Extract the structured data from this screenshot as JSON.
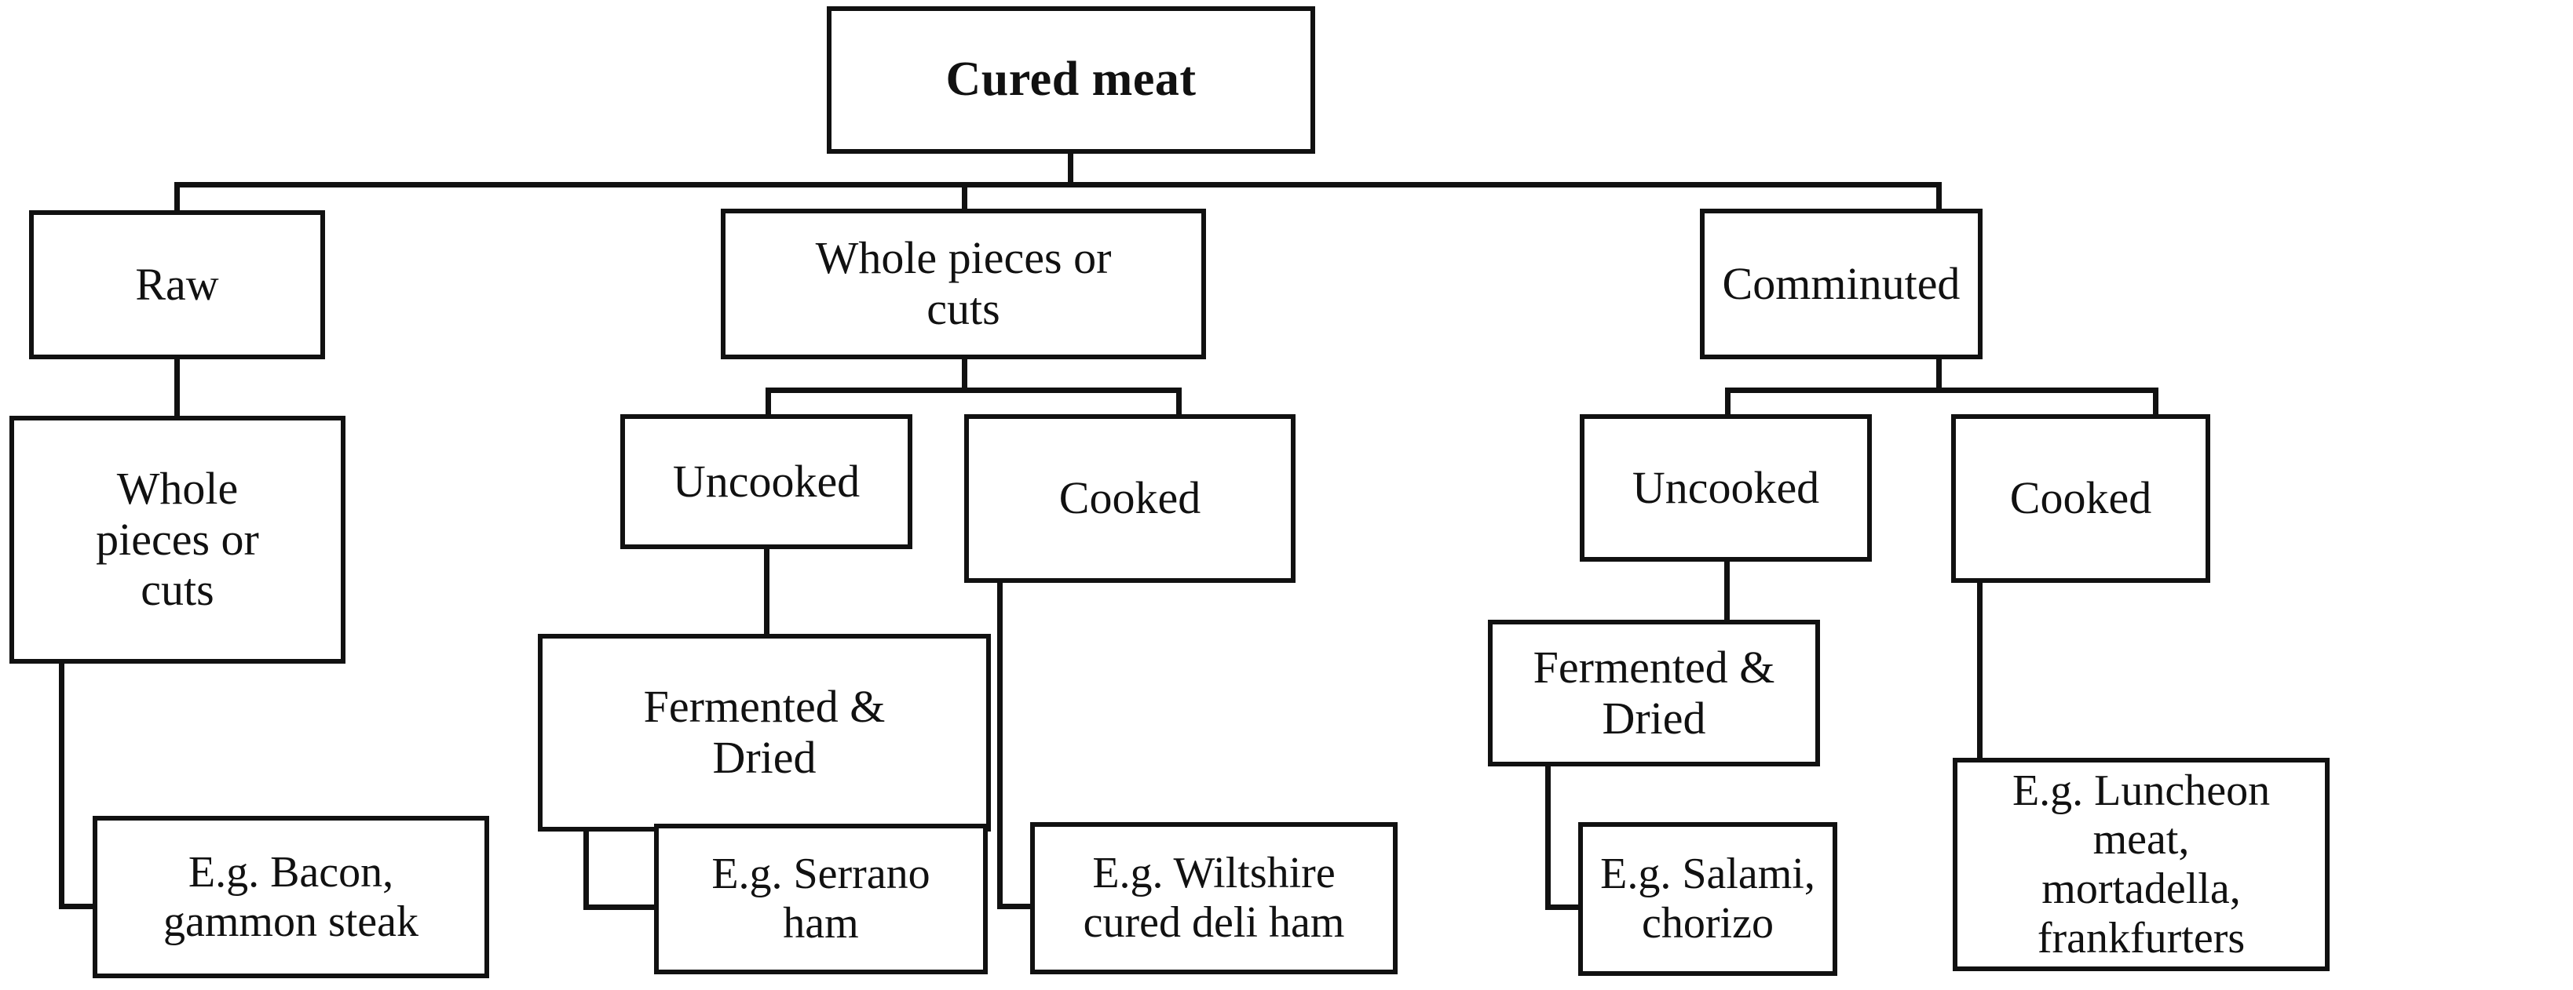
{
  "diagram": {
    "title": "Cured meat classification tree",
    "background": "#ffffff",
    "line_color": "#111111",
    "nodes": {
      "root": {
        "label": "Cured meat"
      },
      "raw": {
        "label": "Raw"
      },
      "whole_pieces_mid": {
        "label": "Whole pieces or\ncuts"
      },
      "comminuted": {
        "label": "Comminuted"
      },
      "raw_whole_pieces": {
        "label": "Whole\npieces or\ncuts"
      },
      "mid_uncooked": {
        "label": "Uncooked"
      },
      "mid_cooked": {
        "label": "Cooked"
      },
      "comm_uncooked": {
        "label": "Uncooked"
      },
      "comm_cooked": {
        "label": "Cooked"
      },
      "mid_fermented_dried": {
        "label": "Fermented &\nDried"
      },
      "comm_fermented_dried": {
        "label": "Fermented &\nDried"
      },
      "eg_bacon": {
        "label": "E.g. Bacon,\ngammon steak"
      },
      "eg_serrano": {
        "label": "E.g. Serrano\nham"
      },
      "eg_wiltshire": {
        "label": "E.g. Wiltshire\ncured deli ham"
      },
      "eg_salami": {
        "label": "E.g. Salami,\nchorizo"
      },
      "eg_luncheon": {
        "label": "E.g. Luncheon meat,\nmortadella,\nfrankfurters"
      }
    }
  }
}
